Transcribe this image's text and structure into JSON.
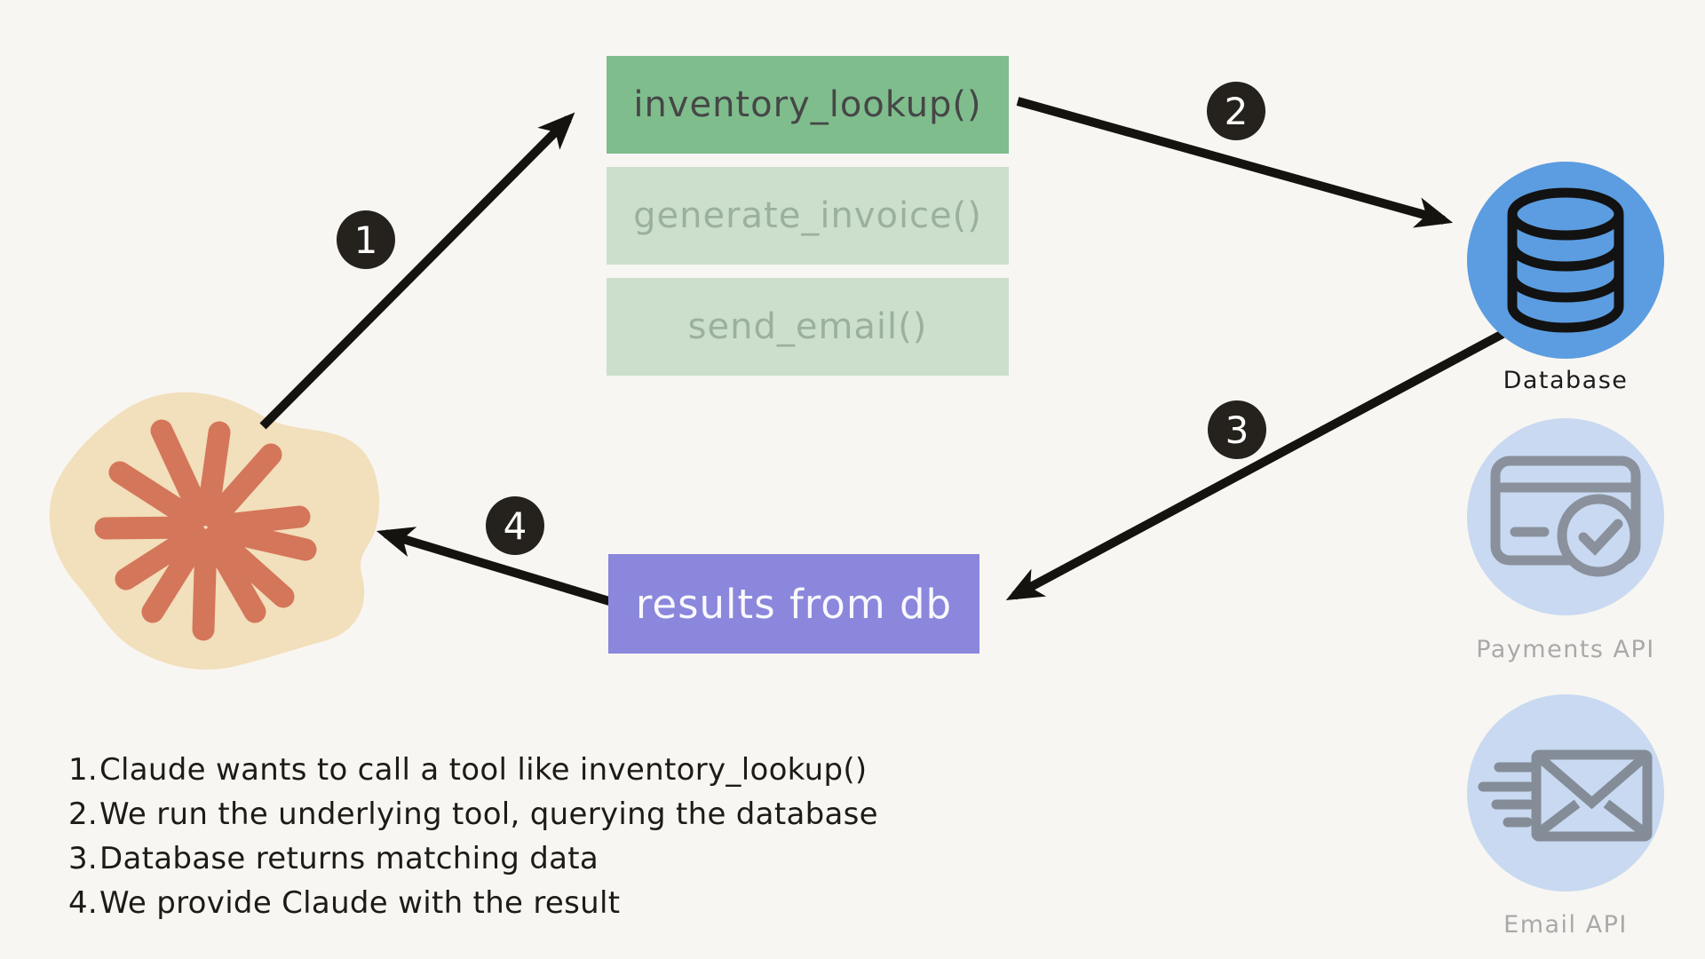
{
  "diagram": {
    "title_hint": "Claude tool-use flow",
    "claude": {
      "icon": "claude-starburst-icon"
    },
    "tools": [
      {
        "label": "inventory_lookup()",
        "state": "selected"
      },
      {
        "label": "generate_invoice()",
        "state": "inactive"
      },
      {
        "label": "send_email()",
        "state": "inactive"
      }
    ],
    "result_box": {
      "label": "results from db"
    },
    "services": [
      {
        "label": "Database",
        "icon": "database-icon",
        "state": "active"
      },
      {
        "label": "Payments API",
        "icon": "credit-card-check-icon",
        "state": "inactive"
      },
      {
        "label": "Email API",
        "icon": "email-send-icon",
        "state": "inactive"
      }
    ],
    "flow_badges": [
      "1",
      "2",
      "3",
      "4"
    ],
    "steps": [
      {
        "num": "1.",
        "text": "Claude wants to call a tool like inventory_lookup()"
      },
      {
        "num": "2.",
        "text": "We run the underlying tool, querying the database"
      },
      {
        "num": "3.",
        "text": "Database returns matching data"
      },
      {
        "num": "4.",
        "text": "We provide Claude with the result"
      }
    ],
    "colors": {
      "background": "#f8f6f2",
      "tool_selected_bg": "#7fbd8d",
      "tool_inactive_bg": "#cbdfcc",
      "result_bg": "#8a87dc",
      "database_bubble": "#5c9de1",
      "inactive_bubble": "#c8d9f1",
      "claude_blob": "#f2dfbb",
      "claude_star": "#d4765a",
      "badge_bg": "#25221d",
      "arrow": "#15130f",
      "icon_gray": "#8a919c"
    }
  }
}
